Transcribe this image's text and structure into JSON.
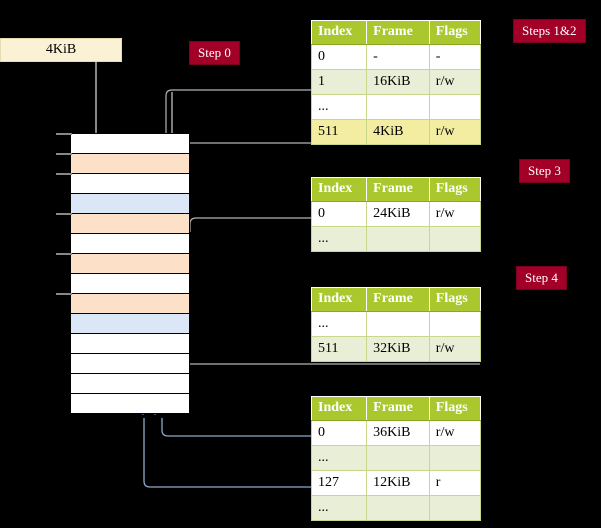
{
  "diagram": {
    "title": "page-table-walk",
    "source_box": {
      "label": "4KiB"
    },
    "step_labels": [
      {
        "id": "step0",
        "text": "Step 0"
      },
      {
        "id": "steps12",
        "text": "Steps 1&2"
      },
      {
        "id": "step3",
        "text": "Step 3"
      },
      {
        "id": "step4",
        "text": "Step 4"
      }
    ],
    "colors": {
      "header_green": "#aac82e",
      "row_alt": "#e9eed6",
      "highlight_yellow": "#fbf59a",
      "pill_red": "#a30028",
      "block_orange": "#fde0c8",
      "block_blue": "#dbe7f6",
      "source_cream": "#fbf2d5",
      "wire_gray": "#b3b3b3",
      "wire_blue": "#8ba9cc",
      "arrow_gray": "#cccccc",
      "arrow_blue": "#4a6f9e",
      "background": "#000000"
    },
    "columns": [
      "Index",
      "Frame",
      "Flags"
    ],
    "tables": [
      {
        "id": "table-level-1",
        "rows": [
          {
            "index": "0",
            "frame": "-",
            "flags": "-",
            "zebra": "rowA",
            "highlight": false
          },
          {
            "index": "1",
            "frame": "16KiB",
            "flags": "r/w",
            "zebra": "rowB",
            "highlight": false
          },
          {
            "index": "...",
            "frame": "",
            "flags": "",
            "zebra": "rowA",
            "highlight": false
          },
          {
            "index": "511",
            "frame": "4KiB",
            "flags": "r/w",
            "zebra": "rowB",
            "highlight": true
          }
        ]
      },
      {
        "id": "table-level-2",
        "rows": [
          {
            "index": "0",
            "frame": "24KiB",
            "flags": "r/w",
            "zebra": "rowA",
            "highlight": false
          },
          {
            "index": "...",
            "frame": "",
            "flags": "",
            "zebra": "rowB",
            "highlight": false
          }
        ]
      },
      {
        "id": "table-level-3",
        "rows": [
          {
            "index": "...",
            "frame": "",
            "flags": "",
            "zebra": "rowA",
            "highlight": false
          },
          {
            "index": "511",
            "frame": "32KiB",
            "flags": "r/w",
            "zebra": "rowB",
            "highlight": false
          }
        ]
      },
      {
        "id": "table-level-4",
        "rows": [
          {
            "index": "0",
            "frame": "36KiB",
            "flags": "r/w",
            "zebra": "rowA",
            "highlight": false
          },
          {
            "index": "...",
            "frame": "",
            "flags": "",
            "zebra": "rowB",
            "highlight": false
          },
          {
            "index": "127",
            "frame": "12KiB",
            "flags": "r",
            "zebra": "rowA",
            "highlight": false
          },
          {
            "index": "...",
            "frame": "",
            "flags": "",
            "zebra": "rowB",
            "highlight": false
          }
        ]
      }
    ],
    "memory_blocks": [
      {
        "i": 0,
        "fill": "white"
      },
      {
        "i": 1,
        "fill": "orange"
      },
      {
        "i": 2,
        "fill": "white"
      },
      {
        "i": 3,
        "fill": "blue"
      },
      {
        "i": 4,
        "fill": "orange"
      },
      {
        "i": 5,
        "fill": "white"
      },
      {
        "i": 6,
        "fill": "orange"
      },
      {
        "i": 7,
        "fill": "white"
      },
      {
        "i": 8,
        "fill": "orange"
      },
      {
        "i": 9,
        "fill": "blue"
      },
      {
        "i": 10,
        "fill": "white"
      },
      {
        "i": 11,
        "fill": "white"
      },
      {
        "i": 12,
        "fill": "white"
      },
      {
        "i": 13,
        "fill": "white"
      }
    ]
  }
}
